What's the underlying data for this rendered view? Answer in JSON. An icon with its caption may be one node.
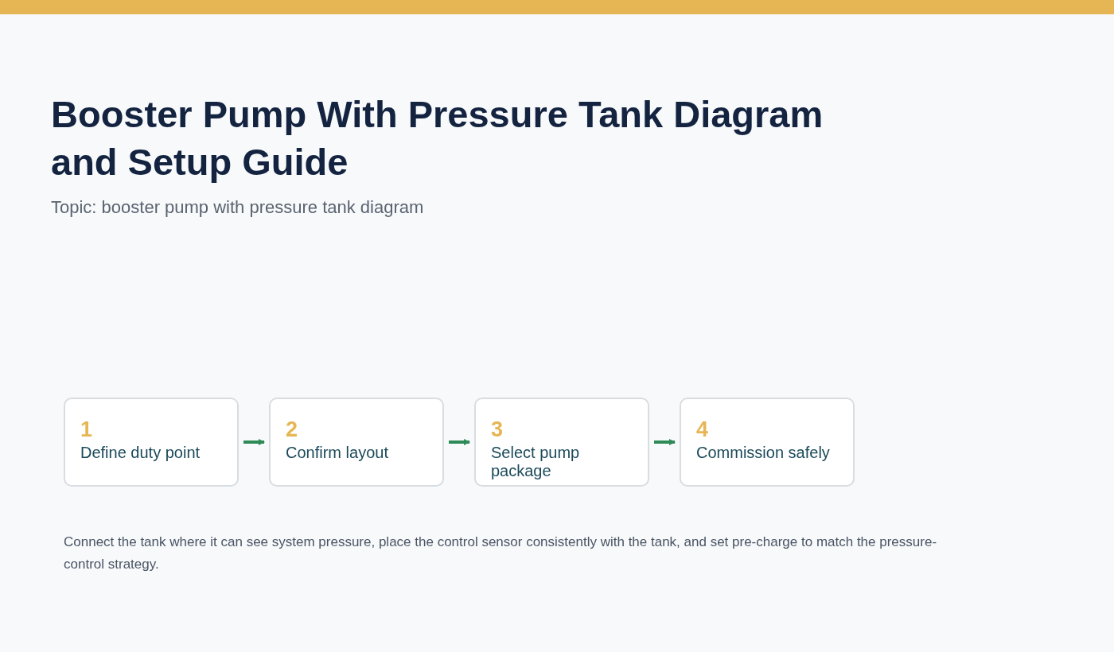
{
  "diagram": {
    "title": "Booster Pump With Pressure Tank Diagram and Setup Guide",
    "labels": [
      "Topic: booster pump with pressure tank diagram"
    ],
    "nodes": [
      {
        "text": [
          "1",
          "Define duty point"
        ]
      },
      {
        "text": [
          "2",
          "Confirm layout"
        ]
      },
      {
        "text": [
          "3",
          "Select pump package"
        ]
      },
      {
        "text": [
          "4",
          "Commission safely"
        ]
      }
    ],
    "edges": [
      {
        "from": 0,
        "to": 1,
        "arrow": "to"
      },
      {
        "from": 1,
        "to": 2,
        "arrow": "to"
      },
      {
        "from": 2,
        "to": 3,
        "arrow": "to"
      }
    ],
    "caption": "Connect the tank where it can see system pressure, place the control sensor consistently with the tank, and set pre-charge to match the pressure-control strategy."
  }
}
